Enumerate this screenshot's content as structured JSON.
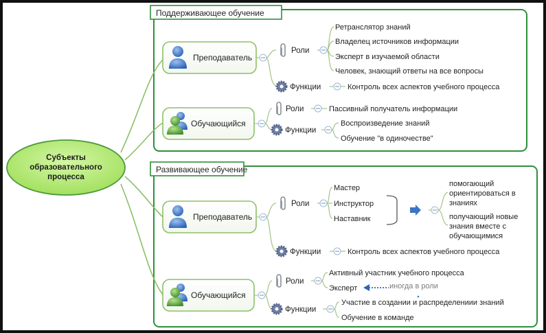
{
  "center": {
    "lines": [
      "Субъекты",
      "образовательного",
      "процесса"
    ]
  },
  "sections": [
    {
      "title": "Поддерживающее обучение",
      "teacher": {
        "label": "Преподаватель",
        "roles_label": "Роли",
        "roles": [
          "Ретранслятор знаний",
          "Владелец источников информации",
          "Эксперт в изучаемой области",
          "Человек, знающий ответы на все вопросы"
        ],
        "functions_label": "Функции",
        "functions": [
          "Контроль всех аспектов учебного процесса"
        ]
      },
      "learner": {
        "label": "Обучающийся",
        "roles_label": "Роли",
        "roles": [
          "Пассивный получатель информации"
        ],
        "functions_label": "Функции",
        "functions": [
          "Воспроизведение знаний",
          "Обучение \"в одиночестве\""
        ]
      }
    },
    {
      "title": "Развивающее обучение",
      "teacher": {
        "label": "Преподаватель",
        "roles_label": "Роли",
        "roles": [
          "Мастер",
          "Инструктор",
          "Наставник"
        ],
        "role_results": [
          [
            "помогающий",
            "ориентироваться в",
            "знаниях"
          ],
          [
            "получающий новые",
            "знания вместе с",
            "обучающимися"
          ]
        ],
        "functions_label": "Функции",
        "functions": [
          "Контроль всех аспектов учебного процесса"
        ]
      },
      "learner": {
        "label": "Обучающийся",
        "roles_label": "Роли",
        "roles": [
          "Активный участник учебного процесса",
          "Эксперт"
        ],
        "role_note": "иногда в роли",
        "functions_label": "Функции",
        "functions": [
          "Участие в создании и распределениии знаний",
          "Обучение в команде"
        ]
      }
    }
  ],
  "colors": {
    "accent_green": "#2f8f3a",
    "branch_green": "#8cc068",
    "frame_bg": "#ffffff",
    "connector": "#a7b9d6",
    "arrow_blue": "#3b76c3",
    "note_blue": "#2a66b8"
  },
  "icons": {
    "teacher": "person-blue-icon",
    "learner": "people-green-icon",
    "roles": "paperclip-icon",
    "functions": "gear-icon",
    "arrow": "right-arrow-icon"
  }
}
